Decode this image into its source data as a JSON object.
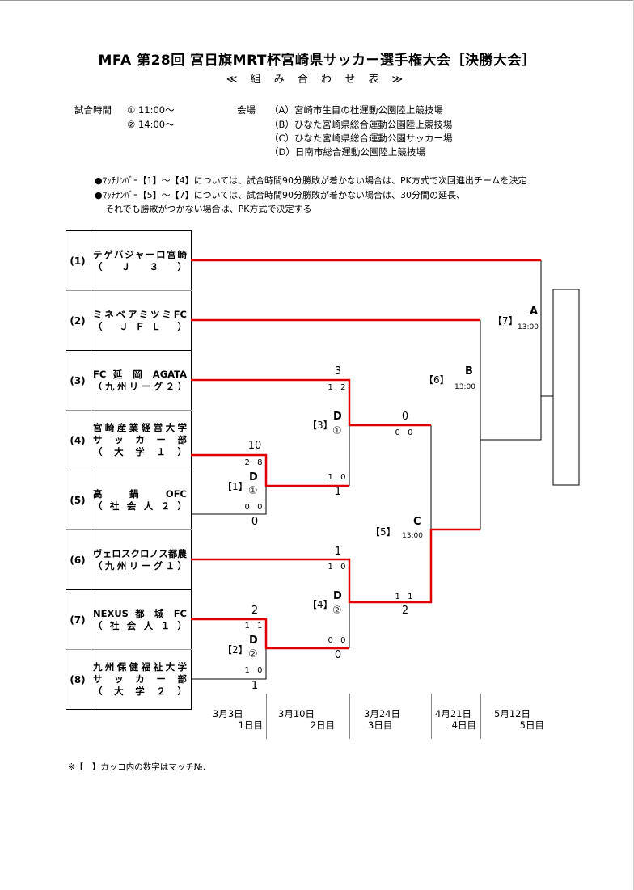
{
  "title": "MFA 第28回 宮日旗MRT杯宮崎県サッカー選手権大会［決勝大会］",
  "subtitle": "≪ 組 み 合 わ せ 表 ≫",
  "schedule": {
    "label": "試合時間",
    "slot1": "①  11:00～",
    "slot2": "②  14:00～"
  },
  "venues": {
    "label": "会場",
    "a": "（A）宮崎市生目の杜運動公園陸上競技場",
    "b": "（B）ひなた宮崎県総合運動公園陸上競技場",
    "c": "（C）ひなた宮崎県総合運動公園サッカー場",
    "d": "（D）日南市総合運動公園陸上競技場"
  },
  "notes": {
    "n1": "●ﾏｯﾁﾅﾝﾊﾞｰ【1】～【4】については、試合時間90分勝敗が着かない場合は、PK方式で次回進出チームを決定",
    "n2": "●ﾏｯﾁﾅﾝﾊﾞｰ【5】～【7】については、試合時間90分勝敗が着かない場合は、30分間の延長、",
    "n3": "それでも勝敗がつかない場合は、PK方式で決定する"
  },
  "teams": [
    {
      "no": "(1)",
      "line1": "テゲバジャーロ宮崎",
      "line2": "（ Ｊ ３ ）"
    },
    {
      "no": "(2)",
      "line1": "ミネベアミツミFC",
      "line2": "（ ＪＦＬ ）"
    },
    {
      "no": "(3)",
      "line1": "FC 延 岡 AGATA",
      "line2": "（九州リーグ２）"
    },
    {
      "no": "(4)",
      "line1": "宮崎産業経営大学",
      "line2": "サッカー部",
      "line3": "（ 大 学 １ ）"
    },
    {
      "no": "(5)",
      "line1": "高 鍋 OFC",
      "line2": "（ 社 会 人 ２ ）"
    },
    {
      "no": "(6)",
      "line1": "ヴェロスクロノス都農",
      "line2": "（九州リーグ１）"
    },
    {
      "no": "(7)",
      "line1": "NEXUS 都 城 FC",
      "line2": "（ 社 会 人 １ ）"
    },
    {
      "no": "(8)",
      "line1": "九州保健福祉大学",
      "line2": "サッカー部",
      "line3": "（ 大 学 ２ ）"
    }
  ],
  "matches": {
    "m1": {
      "no": "【1】",
      "venue": "D",
      "slot": "①",
      "top_score": "10",
      "top_pk": "2 8",
      "bot_score": "0",
      "bot_pk": "0 0"
    },
    "m2": {
      "no": "【2】",
      "venue": "D",
      "slot": "②",
      "top_score": "2",
      "top_pk": "1 1",
      "bot_score": "1",
      "bot_pk": "1 0"
    },
    "m3": {
      "no": "【3】",
      "venue": "D",
      "slot": "①",
      "top_score": "3",
      "top_pk": "1 2",
      "bot_score": "1",
      "bot_pk": "1 0"
    },
    "m4": {
      "no": "【4】",
      "venue": "D",
      "slot": "②",
      "top_score": "1",
      "top_pk": "1 0",
      "bot_score": "0",
      "bot_pk": "0 0"
    },
    "m5": {
      "no": "【5】",
      "venue": "C",
      "time": "13:00",
      "top_score": "0",
      "top_pk": "0 0",
      "bot_score": "2",
      "bot_pk": "1 1"
    },
    "m6": {
      "no": "【6】",
      "venue": "B",
      "time": "13:00"
    },
    "m7": {
      "no": "【7】",
      "venue": "A",
      "time": "13:00"
    }
  },
  "dates": [
    {
      "date": "3月3日",
      "day": "1日目"
    },
    {
      "date": "3月10日",
      "day": "2日目"
    },
    {
      "date": "3月24日",
      "day": "3日目"
    },
    {
      "date": "4月21日",
      "day": "4日目"
    },
    {
      "date": "5月12日",
      "day": "5日目"
    }
  ],
  "footnote": "※【　】カッコ内の数字はマッチ№.",
  "colors": {
    "winner": "#e00000",
    "loser": "#000000"
  }
}
